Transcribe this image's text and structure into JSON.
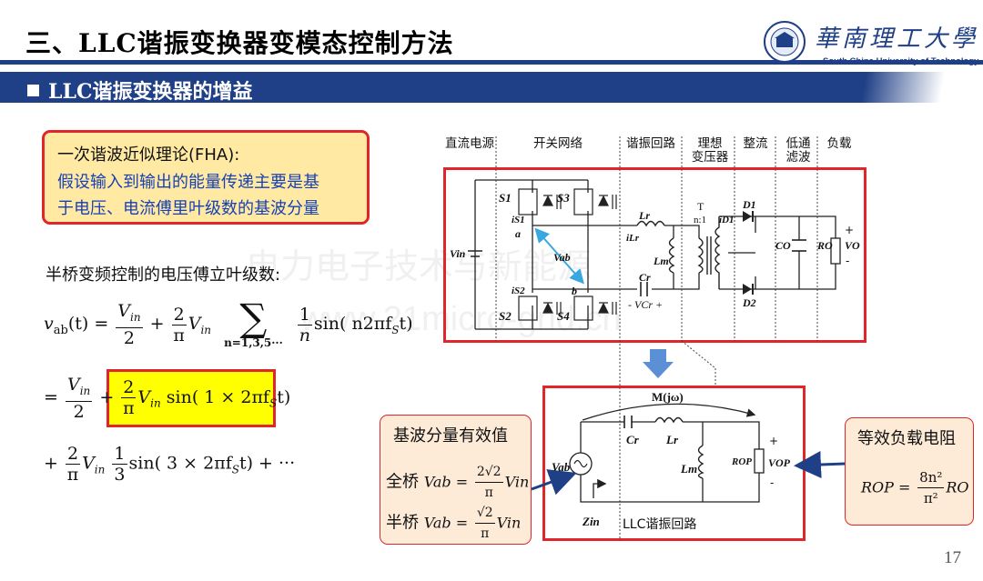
{
  "header": {
    "title": "三、LLC谐振变换器变模态控制方法",
    "subtitle": "LLC谐振变换器的增益",
    "logo_cn": "華南理工大學",
    "logo_en": "South China University of Technology"
  },
  "fha": {
    "title": "一次谐波近似理论(FHA):",
    "line1": "假设输入到输出的能量传递主要是基",
    "line2": "于电压、电流傅里叶级数的基波分量"
  },
  "fourier_label": "半桥变频控制的电压傅立叶级数:",
  "equations": {
    "lhs": "v",
    "lhs_sub": "ab",
    "lhs_arg": "(t) =",
    "vin": "V",
    "vin_sub": "in",
    "two": "2",
    "pi": "π",
    "sum_limits": "n=1,3,5···",
    "one": "1",
    "n": "n",
    "sin_term1": "sin( n2πf",
    "sin_term_tail": "t)",
    "s_sub": "S",
    "sin_term2": "sin( 1 × 2πf",
    "sin_term3": "sin( 3 × 2πf",
    "three": "3",
    "ellipsis_tail": "t) + ···"
  },
  "columns": {
    "dc_source": "直流电源",
    "switch_net": "开关网络",
    "resonant": "谐振回路",
    "ideal_tf_1": "理想",
    "ideal_tf_2": "变压器",
    "rectifier": "整流",
    "lpf_1": "低通",
    "lpf_2": "滤波",
    "load": "负载"
  },
  "circuit_upper": {
    "S1": "S1",
    "S2": "S2",
    "S3": "S3",
    "S4": "S4",
    "iS1": "iS1",
    "iS2": "iS2",
    "a": "a",
    "b": "b",
    "Vab": "Vab",
    "Vin": "Vin",
    "Lr": "Lr",
    "iLr": "iLr",
    "Lm": "Lm",
    "Cr": "Cr",
    "VCr": "- VCr +",
    "T": "T",
    "ratio": "n:1",
    "iD1": "iD1",
    "D1": "D1",
    "D2": "D2",
    "CO": "CO",
    "RO": "RO",
    "VO": "VO",
    "plus": "+",
    "minus": "-"
  },
  "circuit_lower": {
    "M": "M(jω)",
    "Cr": "Cr",
    "Lr": "Lr",
    "Lm": "Lm",
    "ROP": "ROP",
    "VOP": "VOP",
    "Vab": "Vab",
    "Zin": "Zin",
    "caption": "LLC谐振回路",
    "plus": "+",
    "minus": "-"
  },
  "callout_left": {
    "title": "基波分量有效值",
    "full_label": "全桥",
    "full_eq_lhs": "Vab =",
    "full_num": "2√2",
    "full_den": "π",
    "full_rhs": "Vin",
    "half_label": "半桥",
    "half_eq_lhs": "Vab =",
    "half_num": "√2",
    "half_den": "π",
    "half_rhs": "Vin"
  },
  "callout_right": {
    "title": "等效负载电阻",
    "lhs": "ROP =",
    "num": "8n²",
    "den": "π²",
    "rhs": "RO"
  },
  "watermark": {
    "line1": "电力电子技术与新能源",
    "line2": "www.21micro-grid.cn"
  },
  "page_number": "17",
  "colors": {
    "brand_blue": "#1f3f86",
    "accent_red": "#e0262a",
    "highlight_yellow": "#ffff00",
    "fha_bg": "#ffe9a3",
    "callout_bg": "#fdebd8",
    "text_blue": "#1741b4"
  }
}
